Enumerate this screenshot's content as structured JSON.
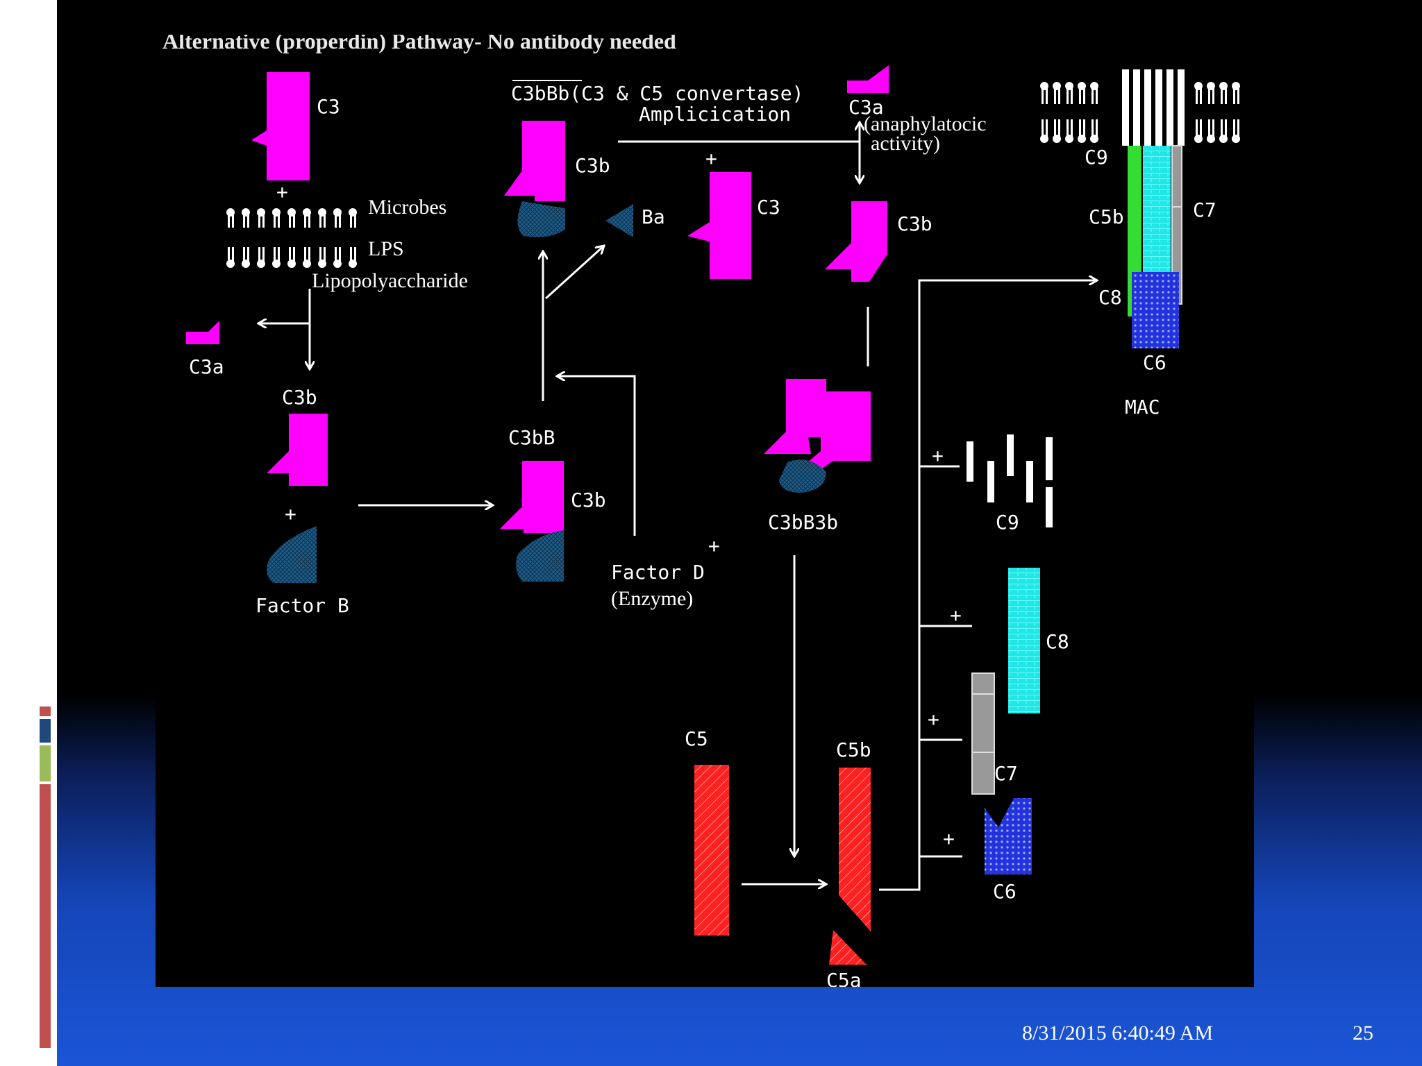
{
  "slide": {
    "date": "8/31/2015 6:40:49 AM",
    "number": "25"
  },
  "diagram": {
    "title": "Alternative (properdin) Pathway- No antibody needed",
    "labels": {
      "c3_top": "C3",
      "plus1": "+",
      "microbes": "Microbes",
      "lps": "LPS",
      "lipo": "Lipopolyaccharide",
      "c3a_left": "C3a",
      "c3b_left": "C3b",
      "plus2": "+",
      "factor_b": "Factor B",
      "convertase": "C3bBb(C3 & C5 convertase)",
      "amplification": "Amplicication",
      "c3b_mid": "C3b",
      "ba": "Ba",
      "plus3": "+",
      "c3_mid": "C3",
      "c3a_top": "C3a",
      "anaphy1": "(anaphylatocic",
      "anaphy2": "activity)",
      "c3b_right": "C3b",
      "c3bb": "C3bB",
      "c3b_low": "C3b",
      "factor_d": "Factor D",
      "enzyme": "(Enzyme)",
      "plus4": "+",
      "c3bb3b": "C3bB3b",
      "c5": "C5",
      "c5b": "C5b",
      "c5a": "C5a",
      "c9_mac": "C9",
      "c5b_mac": "C5b",
      "c7_mac": "C7",
      "c8_mac": "C8",
      "c6_mac": "C6",
      "mac": "MAC",
      "plus_c9": "+",
      "c9": "C9",
      "plus_c8": "+",
      "c8": "C8",
      "plus_c7": "+",
      "c7": "C7",
      "plus_c6": "+",
      "c6": "C6"
    },
    "colors": {
      "c3": "#ff00ff",
      "factor_b": "#1f5f8b",
      "c5": "#ff2020",
      "c8": "#22e5e5",
      "c7": "#999999",
      "c6": "#2233dd",
      "c5b_mac": "#33dd33"
    }
  }
}
